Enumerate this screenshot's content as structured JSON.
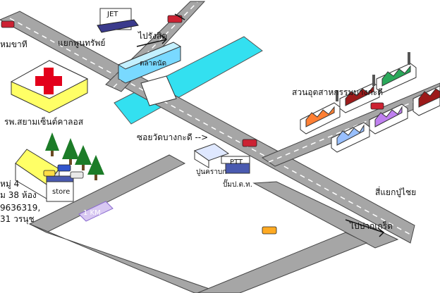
{
  "map": {
    "labels": {
      "jet": "JET",
      "junction_top": "แยกพูนทรัพย์",
      "to_rangsit": "ไปรังสิต",
      "market": "ตลาดนัด",
      "road_left_top": "หมขาที",
      "hospital": "รพ.สยามเซ็นต์คาลอส",
      "industrial": "สวนอุตสาหกรรมบางกะดี",
      "soi": "ซอยวัดบางกะดี -->",
      "shop": "ปูนคราบก",
      "ptt": "PTT",
      "ptt_station": "ปั๊มป.ต.ท.",
      "store": "store",
      "address_1": "หมู่ 4",
      "address_2": "ม 38 ห้อง",
      "address_3": "9636319,",
      "address_4": "31 วรนุช",
      "km": "1 KM.",
      "junction_bottom": "สี่แยกปู่ไชย",
      "to_pakkret": "ไปปากเกร็ด"
    },
    "icons": [
      "hospital-cross-icon",
      "car-icon",
      "tree-icon",
      "factory-icon",
      "sign-icon"
    ],
    "colors": {
      "road": "#a6a6a6",
      "road_line": "#ffffff",
      "canal": "#33e0f0",
      "hospital_cross": "#e3001b",
      "building_yellow": "#ffff66",
      "tree": "#1c7c28",
      "sign": "#d8c8f2",
      "factory_orange": "#ff7f33",
      "factory_green": "#2aa85a",
      "factory_maroon": "#9c1a1a",
      "factory_blue": "#99c0ff",
      "factory_purple": "#c080f0"
    }
  }
}
